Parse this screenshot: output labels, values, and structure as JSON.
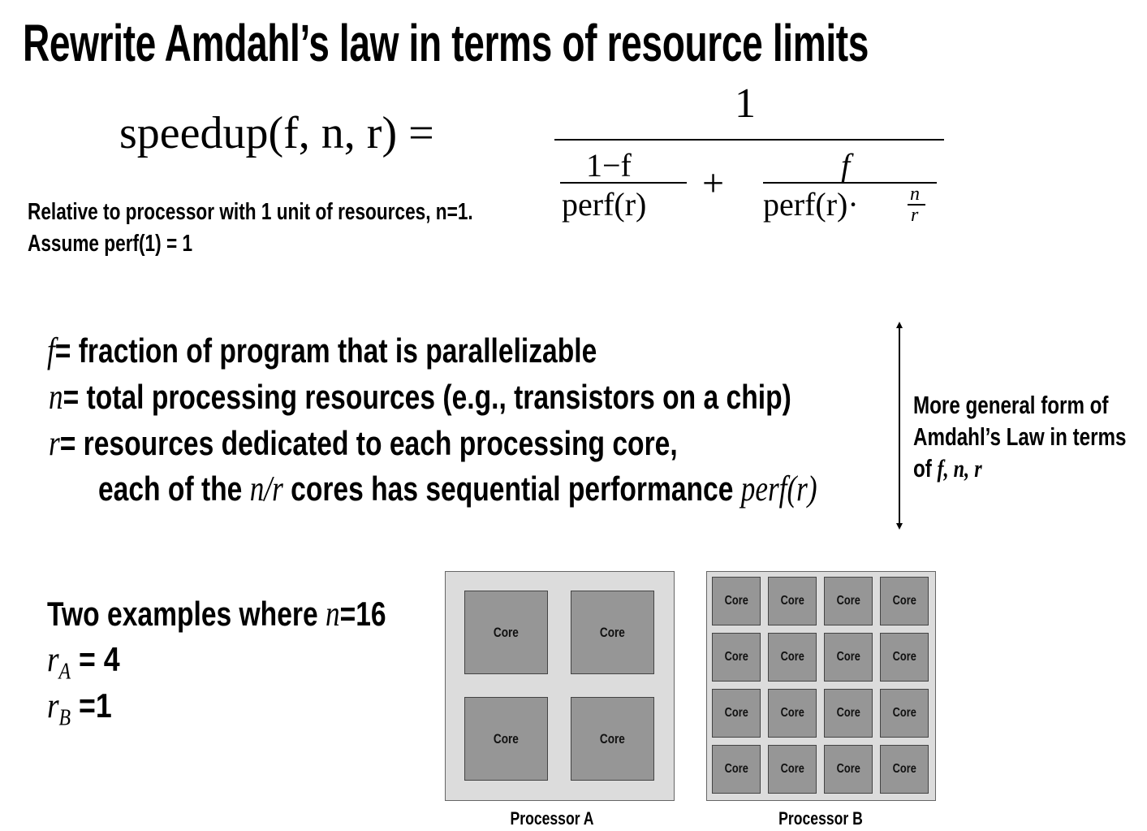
{
  "title": "Rewrite Amdahl’s law in terms of resource limits",
  "formula": {
    "lhs": "speedup(f, n, r) =",
    "numerator": "1",
    "term1_num": "1−f",
    "term1_den": "perf(r)",
    "plus": "+",
    "term2_num": "f",
    "term2_den": "perf(r)·",
    "term3_num": "n",
    "term3_den": "r"
  },
  "notes": {
    "line1": "Relative to processor with 1 unit of resources, n=1.",
    "line2": "Assume perf(1) = 1"
  },
  "definitions": {
    "f_var": "f",
    "f_text": "= fraction of program that is parallelizable",
    "n_var": "n",
    "n_text": "= total processing resources (e.g., transistors on a chip)",
    "r_var": "r",
    "r_text": "= resources dedicated to each processing core,",
    "r2_pre": "each of the ",
    "r2_var": "n/r",
    "r2_mid": " cores has sequential performance ",
    "r2_var2": "perf(r)"
  },
  "side_note": {
    "line1": "More general form of",
    "line2": "Amdahl’s Law in terms",
    "line3_pre": "of ",
    "line3_vars": "f, n, r"
  },
  "examples": {
    "title_pre": "Two examples where ",
    "title_var": "n",
    "title_post": "=16",
    "ra_var": "r",
    "ra_sub": "A",
    "ra_val": " = 4",
    "rb_var": "r",
    "rb_sub": "B",
    "rb_val": " =1"
  },
  "processors": {
    "core_label": "Core",
    "a_label": "Processor A",
    "b_label": "Processor B",
    "a_cores": 4,
    "b_cores": 16
  }
}
